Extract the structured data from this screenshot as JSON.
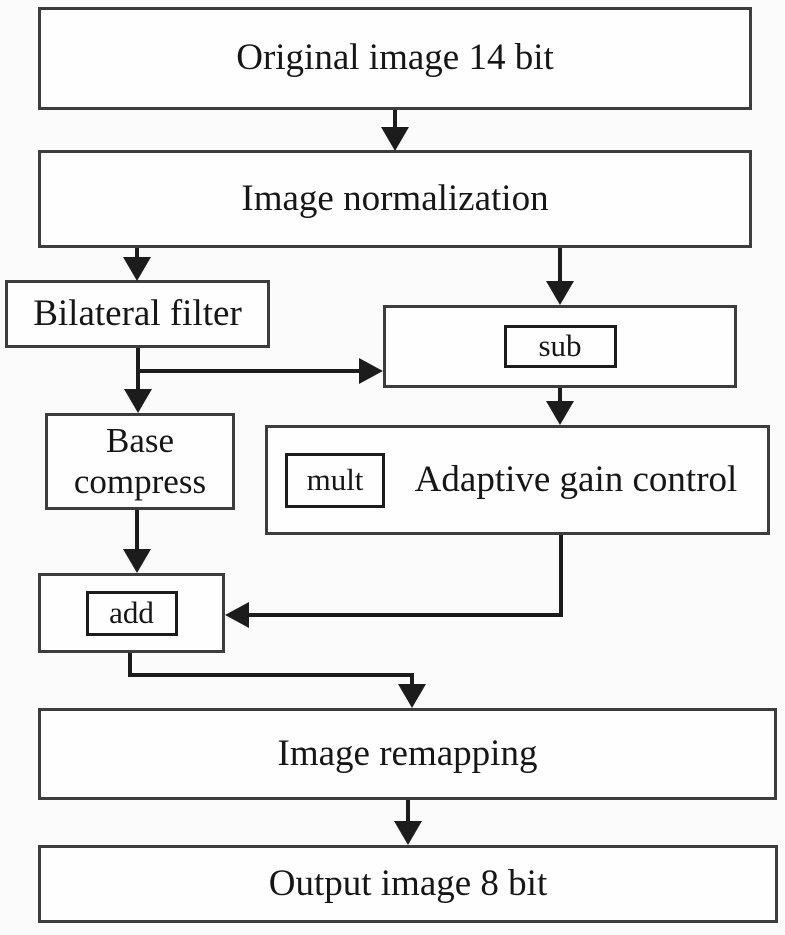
{
  "diagram": {
    "type": "flowchart",
    "nodes": {
      "original": "Original image 14 bit",
      "normalization": "Image normalization",
      "bilateral": "Bilateral filter",
      "sub": "sub",
      "base_line1": "Base",
      "base_line2": "compress",
      "mult": "mult",
      "agc": "Adaptive gain control",
      "add": "add",
      "remapping": "Image remapping",
      "output": "Output image 8 bit"
    },
    "edges": [
      {
        "from": "original-image",
        "to": "image-normalization"
      },
      {
        "from": "image-normalization",
        "to": "bilateral-filter"
      },
      {
        "from": "image-normalization",
        "to": "sub"
      },
      {
        "from": "bilateral-filter",
        "to": "base-compress"
      },
      {
        "from": "bilateral-filter",
        "to": "sub"
      },
      {
        "from": "sub",
        "to": "adaptive-gain-control"
      },
      {
        "from": "base-compress",
        "to": "add"
      },
      {
        "from": "adaptive-gain-control",
        "to": "add"
      },
      {
        "from": "add",
        "to": "image-remapping"
      },
      {
        "from": "image-remapping",
        "to": "output-image"
      }
    ],
    "colors": {
      "line": "#1c1c1c",
      "border": "#3d3d3d",
      "text": "#161616",
      "bg": "#fbfbfb"
    }
  }
}
